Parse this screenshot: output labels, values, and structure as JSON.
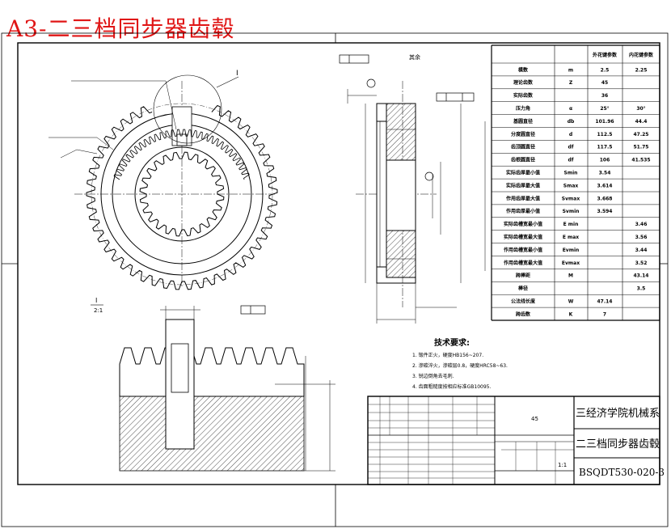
{
  "banner": {
    "title": "A3-二三档同步器齿毂",
    "color": "#e01515"
  },
  "params": {
    "header": [
      "外花键参数",
      "内花键参数"
    ],
    "rows": [
      {
        "name": "模数",
        "sym": "m",
        "v1": "2.5",
        "v2": "2.25"
      },
      {
        "name": "理论齿数",
        "sym": "Z",
        "v1": "45",
        "v2": ""
      },
      {
        "name": "实际齿数",
        "sym": "",
        "v1": "36",
        "v2": ""
      },
      {
        "name": "压力角",
        "sym": "α",
        "v1": "25°",
        "v2": "30°"
      },
      {
        "name": "基圆直径",
        "sym": "db",
        "v1": "101.96",
        "v2": "44.4"
      },
      {
        "name": "分度圆直径",
        "sym": "d",
        "v1": "112.5",
        "v2": "47.25"
      },
      {
        "name": "齿顶圆直径",
        "sym": "df",
        "v1": "117.5",
        "v2": "51.75"
      },
      {
        "name": "齿根圆直径",
        "sym": "df",
        "v1": "106",
        "v2": "41.535"
      },
      {
        "name": "实际齿厚最小值",
        "sym": "Smin",
        "v1": "3.54",
        "v2": ""
      },
      {
        "name": "实际齿厚最大值",
        "sym": "Smax",
        "v1": "3.614",
        "v2": ""
      },
      {
        "name": "作用齿厚最大值",
        "sym": "Svmax",
        "v1": "3.668",
        "v2": ""
      },
      {
        "name": "作用齿厚最小值",
        "sym": "Svmin",
        "v1": "3.594",
        "v2": ""
      },
      {
        "name": "实际齿槽宽最小值",
        "sym": "E min",
        "v1": "",
        "v2": "3.46"
      },
      {
        "name": "实际齿槽宽最大值",
        "sym": "E max",
        "v1": "",
        "v2": "3.56"
      },
      {
        "name": "作用齿槽宽最小值",
        "sym": "Evmin",
        "v1": "",
        "v2": "3.44"
      },
      {
        "name": "作用齿槽宽最大值",
        "sym": "Evmax",
        "v1": "",
        "v2": "3.52"
      },
      {
        "name": "跨棒距",
        "sym": "M",
        "v1": "",
        "v2": "43.14"
      },
      {
        "name": "棒径",
        "sym": "",
        "v1": "",
        "v2": "3.5"
      },
      {
        "name": "公法线长度",
        "sym": "W",
        "v1": "47.14",
        "v2": ""
      },
      {
        "name": "跨齿数",
        "sym": "K",
        "v1": "7",
        "v2": ""
      }
    ]
  },
  "tech": {
    "title": "技术要求:",
    "items": [
      "1. 锻件正火，硬度HB156~207.",
      "2. 渗碳淬火，渗碳层0.8，硬度HRC58~63.",
      "3. 锐边倒角去毛刺.",
      "4. 齿面粗糙度按相应标准GB10095."
    ]
  },
  "titleblock": {
    "school": "三经济学院机械系",
    "part": "二三档同步器齿毂",
    "code": "BSQDT530-020-3",
    "scale": "1:1",
    "material": "45"
  },
  "labels": {
    "view_I": "I",
    "view_I_scale": "2:1",
    "callout_I": "I",
    "surface_other": "其余"
  }
}
